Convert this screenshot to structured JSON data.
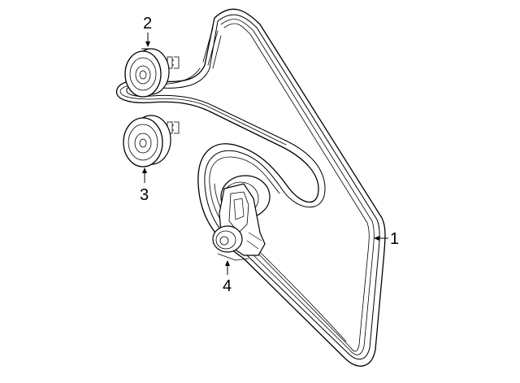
{
  "diagram": {
    "callouts": [
      {
        "id": "belt",
        "label": "1"
      },
      {
        "id": "idler-pulley-upper",
        "label": "2"
      },
      {
        "id": "idler-pulley-lower",
        "label": "3"
      },
      {
        "id": "belt-tensioner",
        "label": "4"
      }
    ],
    "colors": {
      "line": "#000000",
      "background": "#ffffff",
      "part_fill": "#ffffff"
    }
  }
}
